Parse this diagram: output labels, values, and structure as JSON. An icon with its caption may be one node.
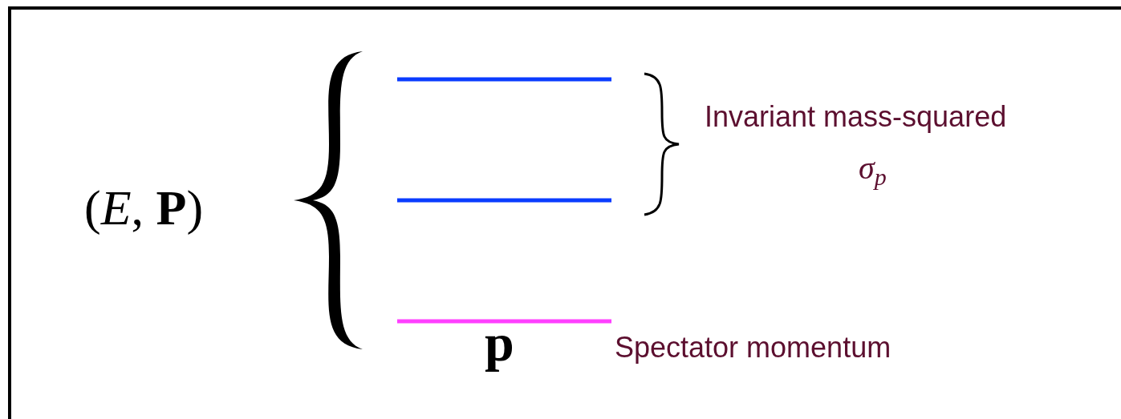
{
  "diagram": {
    "labels": [
      "(*E*, **P**)",
      "Invariant mass-squared",
      "σ$_{p}$",
      "p",
      "Spectator momentum"
    ]
  }
}
